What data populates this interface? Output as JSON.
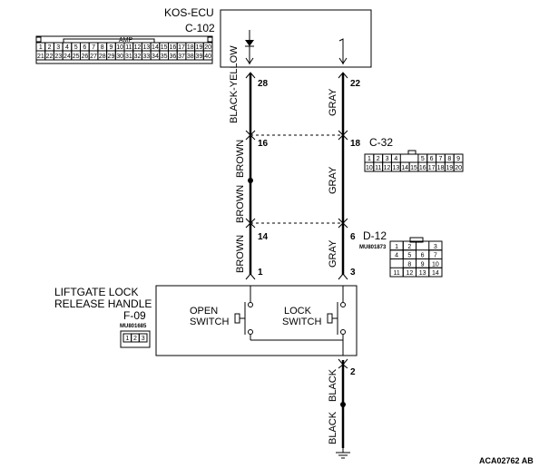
{
  "ecu": {
    "name": "KOS-ECU",
    "connector": "C-102",
    "amp_label": "AMP",
    "pin_left": "28",
    "pin_right": "22"
  },
  "ecu_conn_row1": [
    "1",
    "2",
    "3",
    "4",
    "5",
    "6",
    "7",
    "8",
    "9",
    "10",
    "11",
    "12",
    "13",
    "14",
    "15",
    "16",
    "17",
    "18",
    "19",
    "20"
  ],
  "ecu_conn_row2": [
    "21",
    "22",
    "23",
    "24",
    "25",
    "26",
    "27",
    "28",
    "29",
    "30",
    "31",
    "32",
    "33",
    "34",
    "35",
    "36",
    "37",
    "38",
    "39",
    "40"
  ],
  "wires": {
    "left_top": "BLACK-YELLOW",
    "right_top": "GRAY",
    "left_mid1": "BROWN",
    "left_mid2": "BROWN",
    "right_mid": "GRAY",
    "left_low": "BROWN",
    "right_low": "GRAY",
    "bottom_upper": "BLACK",
    "bottom_lower": "BLACK"
  },
  "c32": {
    "name": "C-32",
    "pin_left": "16",
    "pin_right": "18",
    "row1": [
      "1",
      "2",
      "3",
      "4",
      "",
      "5",
      "6",
      "7",
      "8",
      "9"
    ],
    "row2": [
      "10",
      "11",
      "12",
      "13",
      "14",
      "15",
      "16",
      "17",
      "18",
      "19",
      "20"
    ]
  },
  "d12": {
    "name": "D-12",
    "part": "MU801873",
    "pin_left": "14",
    "pin_right": "6",
    "cells": [
      "1",
      "2",
      "",
      "3",
      "4",
      "5",
      "6",
      "7",
      "",
      "8",
      "9",
      "10",
      "11",
      "12",
      "13",
      "14"
    ]
  },
  "handle": {
    "title1": "LIFTGATE LOCK",
    "title2": "RELEASE HANDLE",
    "connector": "F-09",
    "part": "MU801685",
    "open1": "OPEN",
    "open2": "SWITCH",
    "lock1": "LOCK",
    "lock2": "SWITCH",
    "pin_left": "1",
    "pin_right": "3",
    "pin_ground": "2",
    "conn_cells": [
      "1",
      "2",
      "3"
    ]
  },
  "footer": {
    "code": "ACA02762 AB"
  }
}
